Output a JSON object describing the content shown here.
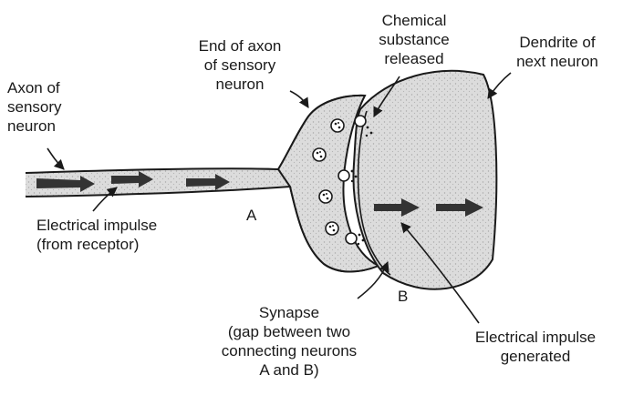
{
  "labels": {
    "axon_sensory": [
      "Axon of",
      "sensory",
      "neuron"
    ],
    "end_of_axon": [
      "End of axon",
      "of sensory",
      "neuron"
    ],
    "chemical": [
      "Chemical",
      "substance",
      "released"
    ],
    "dendrite": [
      "Dendrite of",
      "next neuron"
    ],
    "electrical_impulse_receptor": [
      "Electrical impulse",
      "(from receptor)"
    ],
    "letter_a": "A",
    "letter_b": "B",
    "synapse": [
      "Synapse",
      "(gap between two",
      "connecting neurons",
      "A and B)"
    ],
    "electrical_impulse_generated": [
      "Electrical impulse",
      "generated"
    ]
  },
  "colors": {
    "ink": "#1a1a1a",
    "fill_gray": "#d4d4d4",
    "arrow": "#333333"
  }
}
